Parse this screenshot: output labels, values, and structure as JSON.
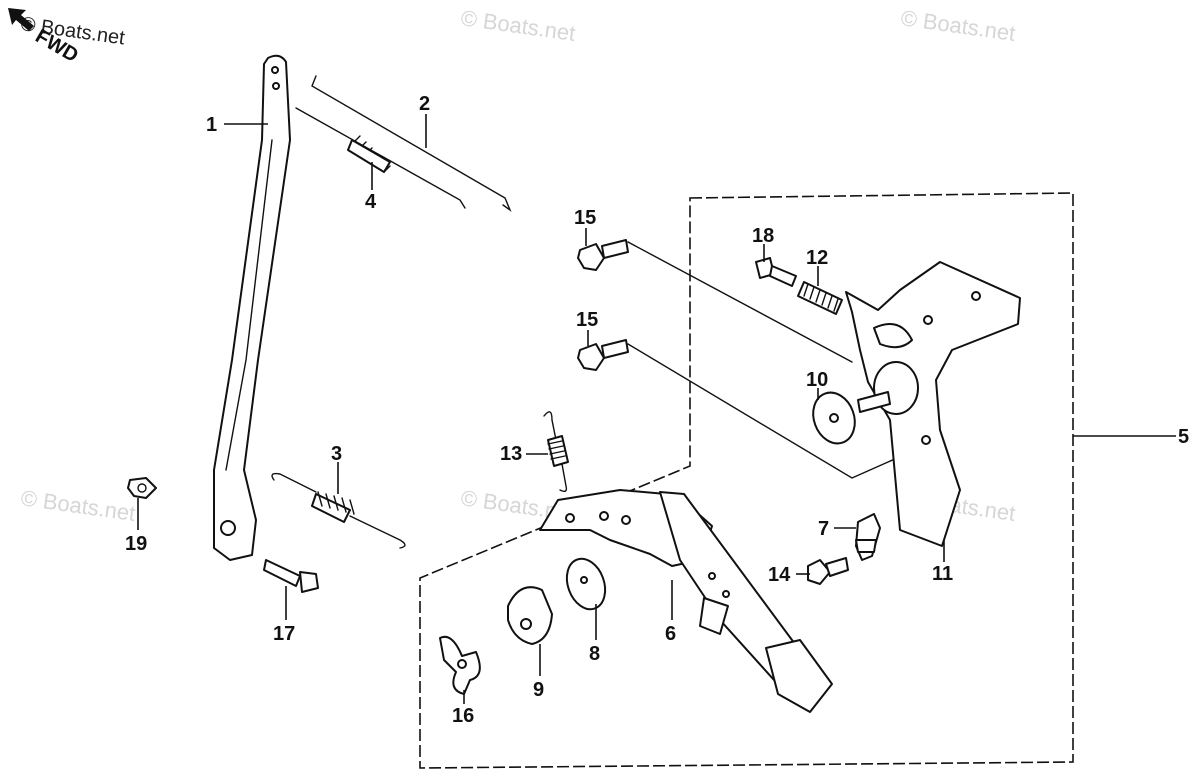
{
  "watermark": "© Boats.net",
  "orientation_label": "FWD",
  "callouts": {
    "c1": "1",
    "c2": "2",
    "c3": "3",
    "c4": "4",
    "c5": "5",
    "c6": "6",
    "c7": "7",
    "c8": "8",
    "c9": "9",
    "c10": "10",
    "c11": "11",
    "c12": "12",
    "c13": "13",
    "c14": "14",
    "c15a": "15",
    "c15b": "15",
    "c16": "16",
    "c17": "17",
    "c18": "18",
    "c19": "19"
  }
}
